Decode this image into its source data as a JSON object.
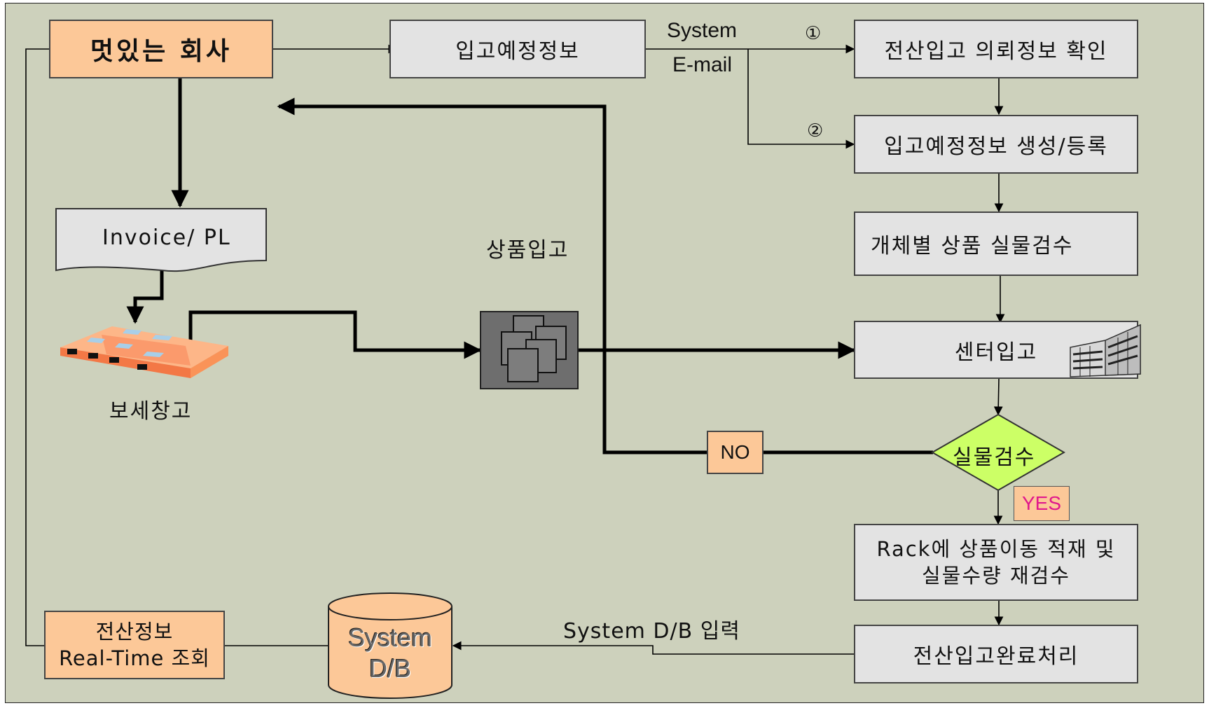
{
  "company": "멋있는 회사",
  "planned_info": "입고예정정보",
  "channel_system": "System",
  "channel_email": "E-mail",
  "marker_1": "①",
  "marker_2": "②",
  "step_confirm": "전산입고 의뢰정보 확인",
  "step_register": "입고예정정보 생성/등록",
  "step_inspect": "개체별 상품 실물검수",
  "step_center": "센터입고",
  "decision": "실물검수",
  "yes": "YES",
  "no": "NO",
  "step_rack_line1": "Rack에 상품이동 적재 및",
  "step_rack_line2": "실물수량 재검수",
  "step_complete": "전산입고완료처리",
  "invoice": "Invoice/ PL",
  "goods_in": "상품입고",
  "bonded_warehouse": "보세창고",
  "db_line1": "System",
  "db_line2": "D/B",
  "db_input": "System D/B 입력",
  "realtime_line1": "전산정보",
  "realtime_line2": "Real-Time 조회",
  "colors": {
    "background": "#cdd1bc",
    "box_gray": "#e3e3e3",
    "box_orange": "#fcc898",
    "decision_green": "#ccff66",
    "yes_text": "#e0188c",
    "building_orange": "#fa9358"
  }
}
